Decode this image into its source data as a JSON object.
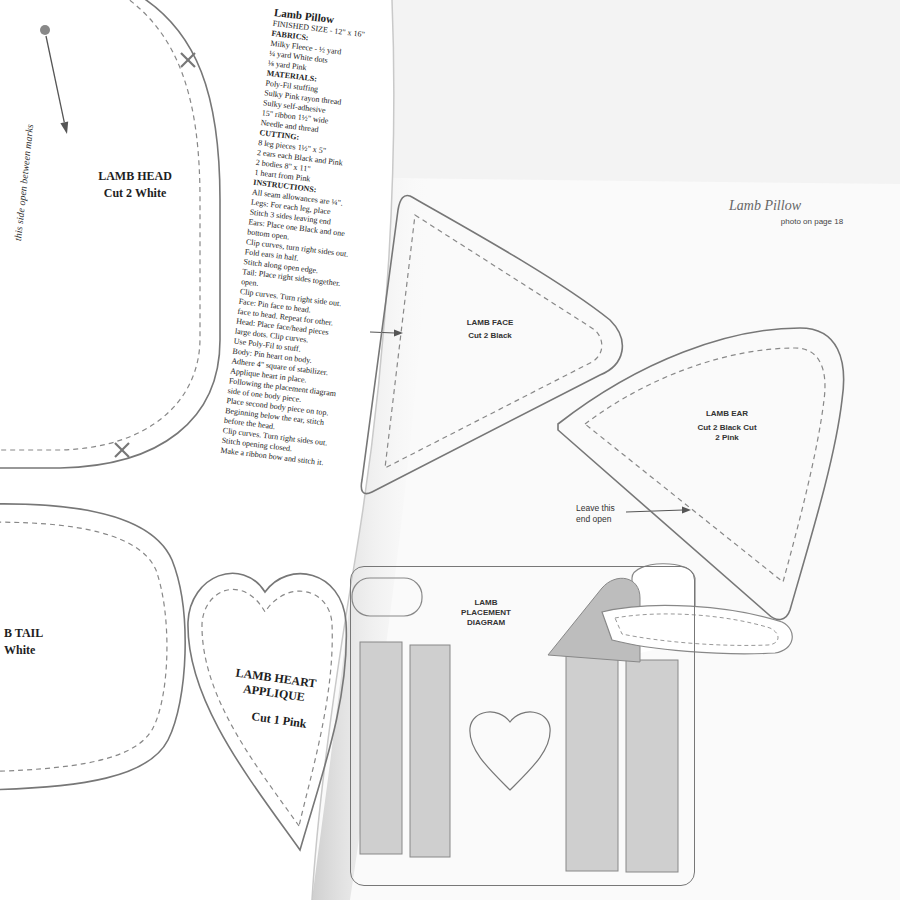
{
  "diagram": {
    "title": "Lamb Pillow",
    "nodes": [
      {
        "text": [
          "LAMB HEAD",
          "Cut 2 White",
          "this side open between marks"
        ]
      },
      {
        "text": [
          "B TAIL",
          "White"
        ]
      },
      {
        "text": [
          "LAMB HEART APPLIQUE",
          "Cut 1 Pink"
        ]
      },
      {
        "text": [
          "LAMB FACE",
          "Cut 2 Black"
        ]
      },
      {
        "text": [
          "LAMB EAR",
          "Cut 2 Black Cut 2 Pink"
        ]
      },
      {
        "text": [
          "LAMB PLACEMENT DIAGRAM"
        ]
      }
    ],
    "labels": [
      "photo on page 18",
      "Leave this end open",
      "Lamb Pillow",
      "FINISHED SIZE - 12\" x 16\"",
      "FABRICS:",
      "Milky Fleece - ½ yard",
      "¼ yard White dots",
      "⅛ yard Pink",
      "MATERIALS:",
      "Poly-Fil stuffing",
      "Sulky Pink rayon thread",
      "Sulky self-adhesive",
      "15\" ribbon 1½\" wide",
      "Needle and thread",
      "CUTTING:",
      "8 leg pieces 1½\" x 5\"",
      "2 ears each Black and Pink",
      "2 bodies 8\" x 11\"",
      "1 heart from Pink",
      "INSTRUCTIONS:",
      "All seam allowances are ¼\".",
      "Legs: For each leg, place",
      "Stitch 3 sides leaving end",
      "Ears: Place one Black and one",
      "bottom open.",
      "Clip curves, turn right sides out.",
      "Fold ears in half.",
      "Stitch along open edge.",
      "Tail: Place right sides together.",
      "open.",
      "Clip curves. Turn right side out.",
      "Face: Pin face to head.",
      "face to head. Repeat for other.",
      "Head: Place face/head pieces",
      "large dots. Clip curves.",
      "Use Poly-Fil to stuff.",
      "Body: Pin heart on body.",
      "Adhere 4\" square of stabilizer.",
      "Applique heart in place.",
      "Following the placement diagram",
      "side of one body piece.",
      "Place second body piece on top.",
      "Beginning below the ear, stitch",
      "before the head.",
      "Clip curves. Turn right sides out.",
      "Stitch opening closed.",
      "Make a ribbon bow and stitch it."
    ]
  }
}
